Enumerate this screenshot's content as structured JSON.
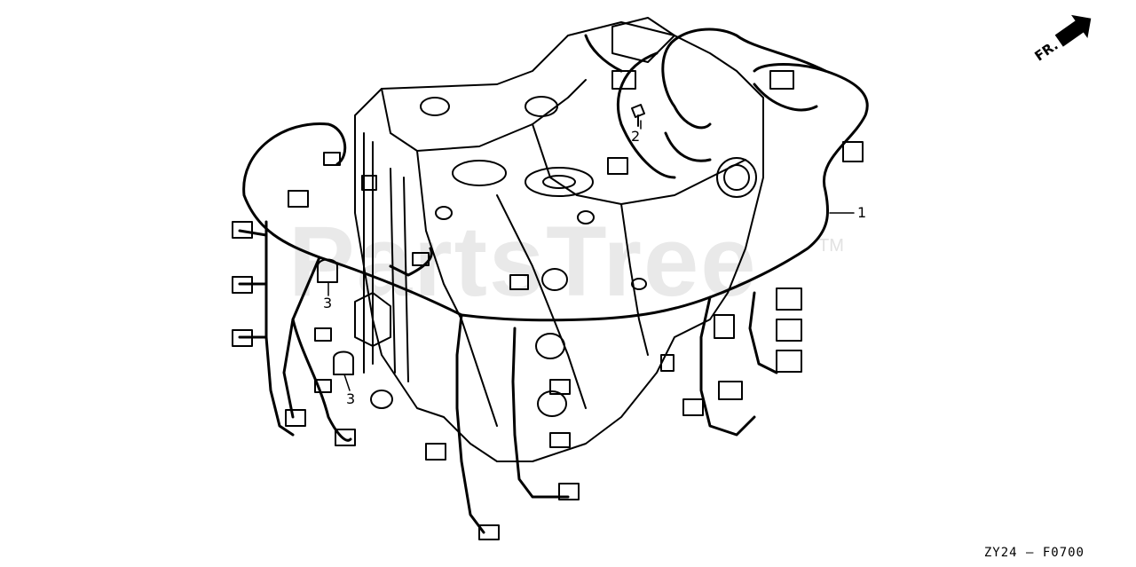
{
  "diagram": {
    "callouts": [
      {
        "id": "1",
        "text": "1"
      },
      {
        "id": "2",
        "text": "2"
      },
      {
        "id": "3a",
        "text": "3"
      },
      {
        "id": "3b",
        "text": "3"
      }
    ],
    "figure_code": "ZY24 – F0700",
    "direction_label": "FR.",
    "watermark": "PartsTree",
    "trademark": "TM"
  },
  "colors": {
    "line": "#000000",
    "watermark": "#e9e9e9",
    "background": "#ffffff"
  },
  "icons": [
    "forward-arrow-icon"
  ]
}
